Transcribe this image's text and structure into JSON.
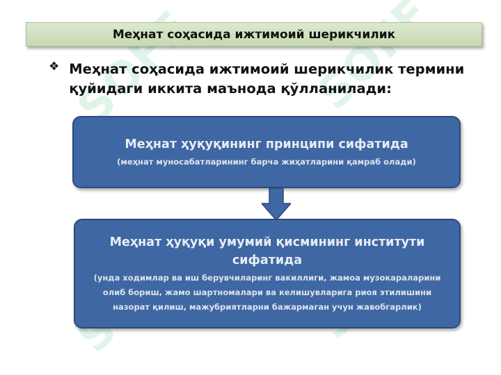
{
  "title": "Меҳнат соҳасида ижтимоий шерикчилик",
  "bullet": {
    "icon": "diamond-bullet-icon",
    "text": "Меҳнат соҳасида ижтимоий шерикчилик термини қуйидаги иккита маънода қўлланилади:"
  },
  "box_top": {
    "main": "Меҳнат ҳуқуқининг принципи сифатида",
    "sub": "(меҳнат муносабатларининг барча жиҳатларини қамраб олади)"
  },
  "box_bottom": {
    "main": "Меҳнат ҳуқуқи умумий қисмининг институти сифатида",
    "sub": "(унда ходимлар ва иш берувчиларинг вакиллиги, жамоа музокараларини олиб бориш, жамо шартномалари ва келишувларига риоя этилишини назорат қилиш, мажубриятларни бажармаган учун жавобгарлик)"
  },
  "watermark": "SOFF",
  "colors": {
    "title_bar": "#c5d9b0",
    "box_fill": "#3f67a3",
    "box_border": "#2c4a79",
    "watermark": "#c8ecd8"
  }
}
